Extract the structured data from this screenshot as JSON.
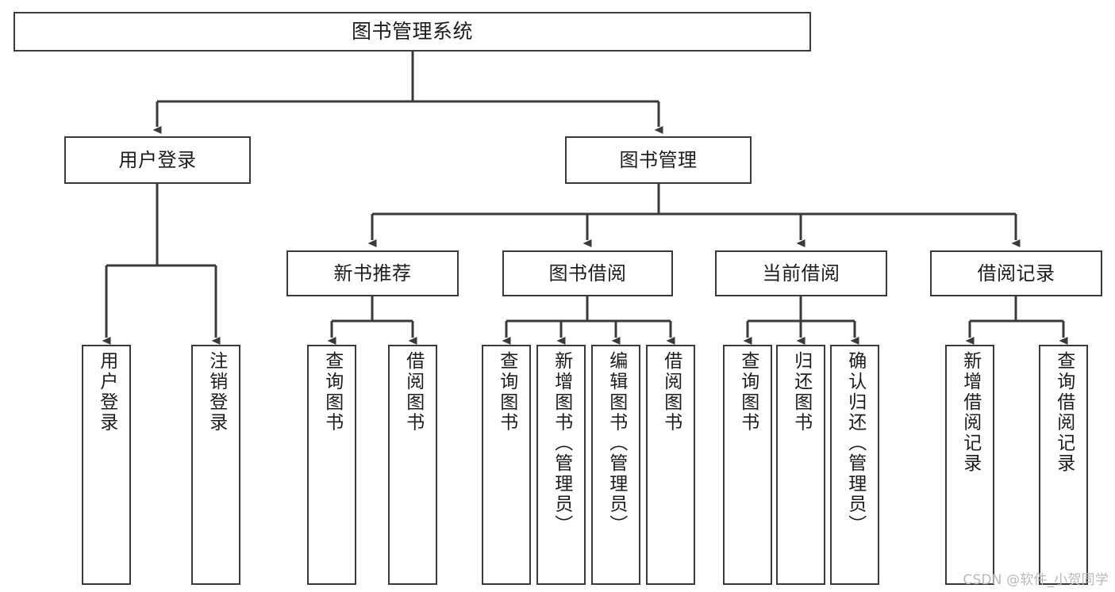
{
  "diagram": {
    "title": "图书管理系统",
    "watermark": "CSDN @软件_小贺同学",
    "line_color": "#3a3a3a",
    "box_fill": "#ffffff",
    "text_color": "#1c1c1c",
    "watermark_color": "#b9b9b9",
    "levels": {
      "root": {
        "label": "图书管理系统"
      },
      "level2": [
        {
          "label": "用户登录"
        },
        {
          "label": "图书管理"
        }
      ],
      "level3": [
        {
          "label": "新书推荐"
        },
        {
          "label": "图书借阅"
        },
        {
          "label": "当前借阅"
        },
        {
          "label": "借阅记录"
        }
      ]
    },
    "groups": [
      {
        "parent": "用户登录",
        "leaves": [
          {
            "label": "用户登录"
          },
          {
            "label": "注销登录"
          }
        ]
      },
      {
        "parent": "新书推荐",
        "leaves": [
          {
            "label": "查询图书"
          },
          {
            "label": "借阅图书"
          }
        ]
      },
      {
        "parent": "图书借阅",
        "leaves": [
          {
            "label": "查询图书"
          },
          {
            "label": "新增图书（管理员）"
          },
          {
            "label": "编辑图书（管理员）"
          },
          {
            "label": "借阅图书"
          }
        ]
      },
      {
        "parent": "当前借阅",
        "leaves": [
          {
            "label": "查询图书"
          },
          {
            "label": "归还图书"
          },
          {
            "label": "确认归还（管理员）"
          }
        ]
      },
      {
        "parent": "借阅记录",
        "leaves": [
          {
            "label": "新增借阅记录"
          },
          {
            "label": "查询借阅记录"
          }
        ]
      }
    ]
  }
}
